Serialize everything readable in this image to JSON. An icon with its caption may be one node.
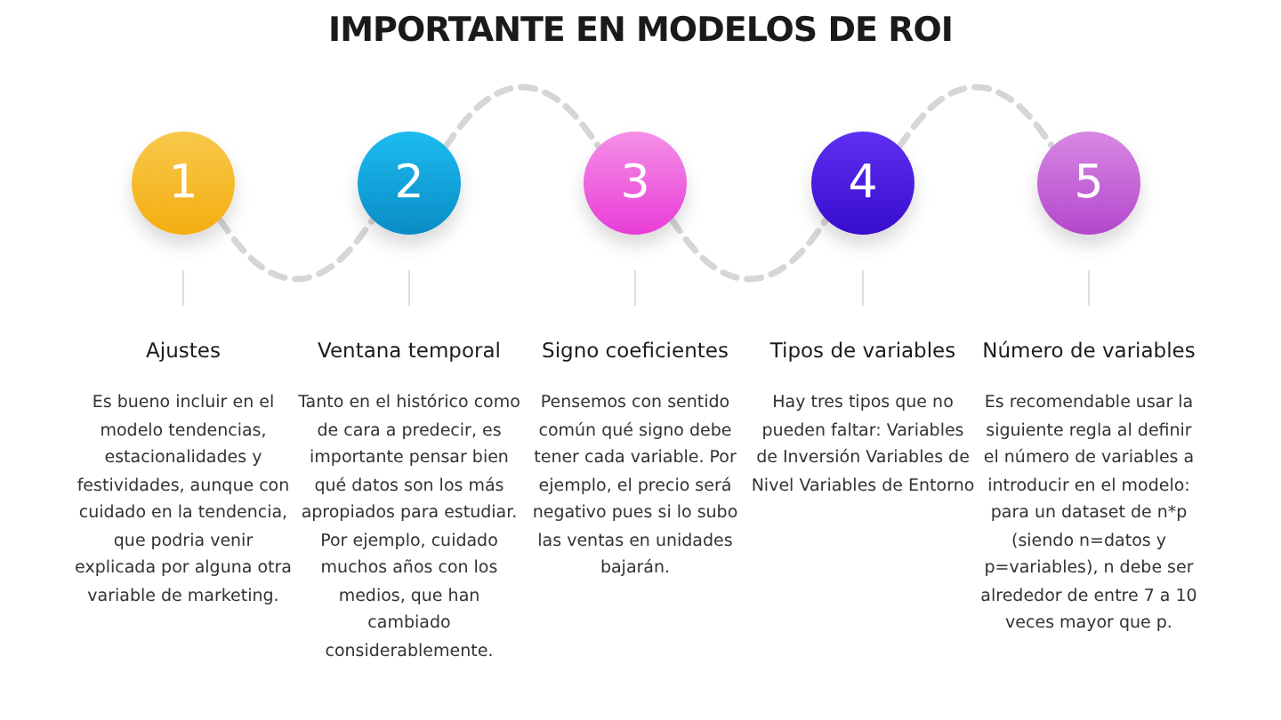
{
  "diagram": {
    "title": "IMPORTANTE EN MODELOS DE ROI",
    "nodes": [
      {
        "text": [
          "1"
        ]
      },
      {
        "text": [
          "2"
        ]
      },
      {
        "text": [
          "3"
        ]
      },
      {
        "text": [
          "4"
        ]
      },
      {
        "text": [
          "5"
        ]
      }
    ],
    "edges": [
      {
        "from": 0,
        "to": 1,
        "arrow": "none",
        "style": "dashed"
      },
      {
        "from": 1,
        "to": 2,
        "arrow": "none",
        "style": "dashed"
      },
      {
        "from": 2,
        "to": 3,
        "arrow": "none",
        "style": "dashed"
      },
      {
        "from": 3,
        "to": 4,
        "arrow": "none",
        "style": "dashed"
      }
    ],
    "labels": [
      "Ajustes",
      "Ventana temporal",
      "Signo coeficientes",
      "Tipos de variables",
      "Número de variables",
      "Es bueno incluir en el modelo tendencias, estacionalidades y festividades, aunque con cuidado en la tendencia, que podria venir explicada por alguna otra variable de marketing.",
      "Tanto en el histórico como de cara a predecir, es importante pensar bien qué datos son los más apropiados para estudiar. Por ejemplo, cuidado muchos años con los medios, que han cambiado considerablemente.",
      "Pensemos con sentido común qué signo debe tener cada variable. Por ejemplo, el precio será negativo pues si lo subo las ventas en unidades bajarán.",
      "Hay tres tipos que no pueden faltar: Variables de Inversión Variables de Nivel Variables de Entorno",
      "Es recomendable usar la siguiente regla al definir el número de variables a introducir en el modelo: para un dataset de n*p (siendo n=datos y p=variables), n debe ser alrededor de entre 7 a 10 veces mayor que p."
    ]
  }
}
